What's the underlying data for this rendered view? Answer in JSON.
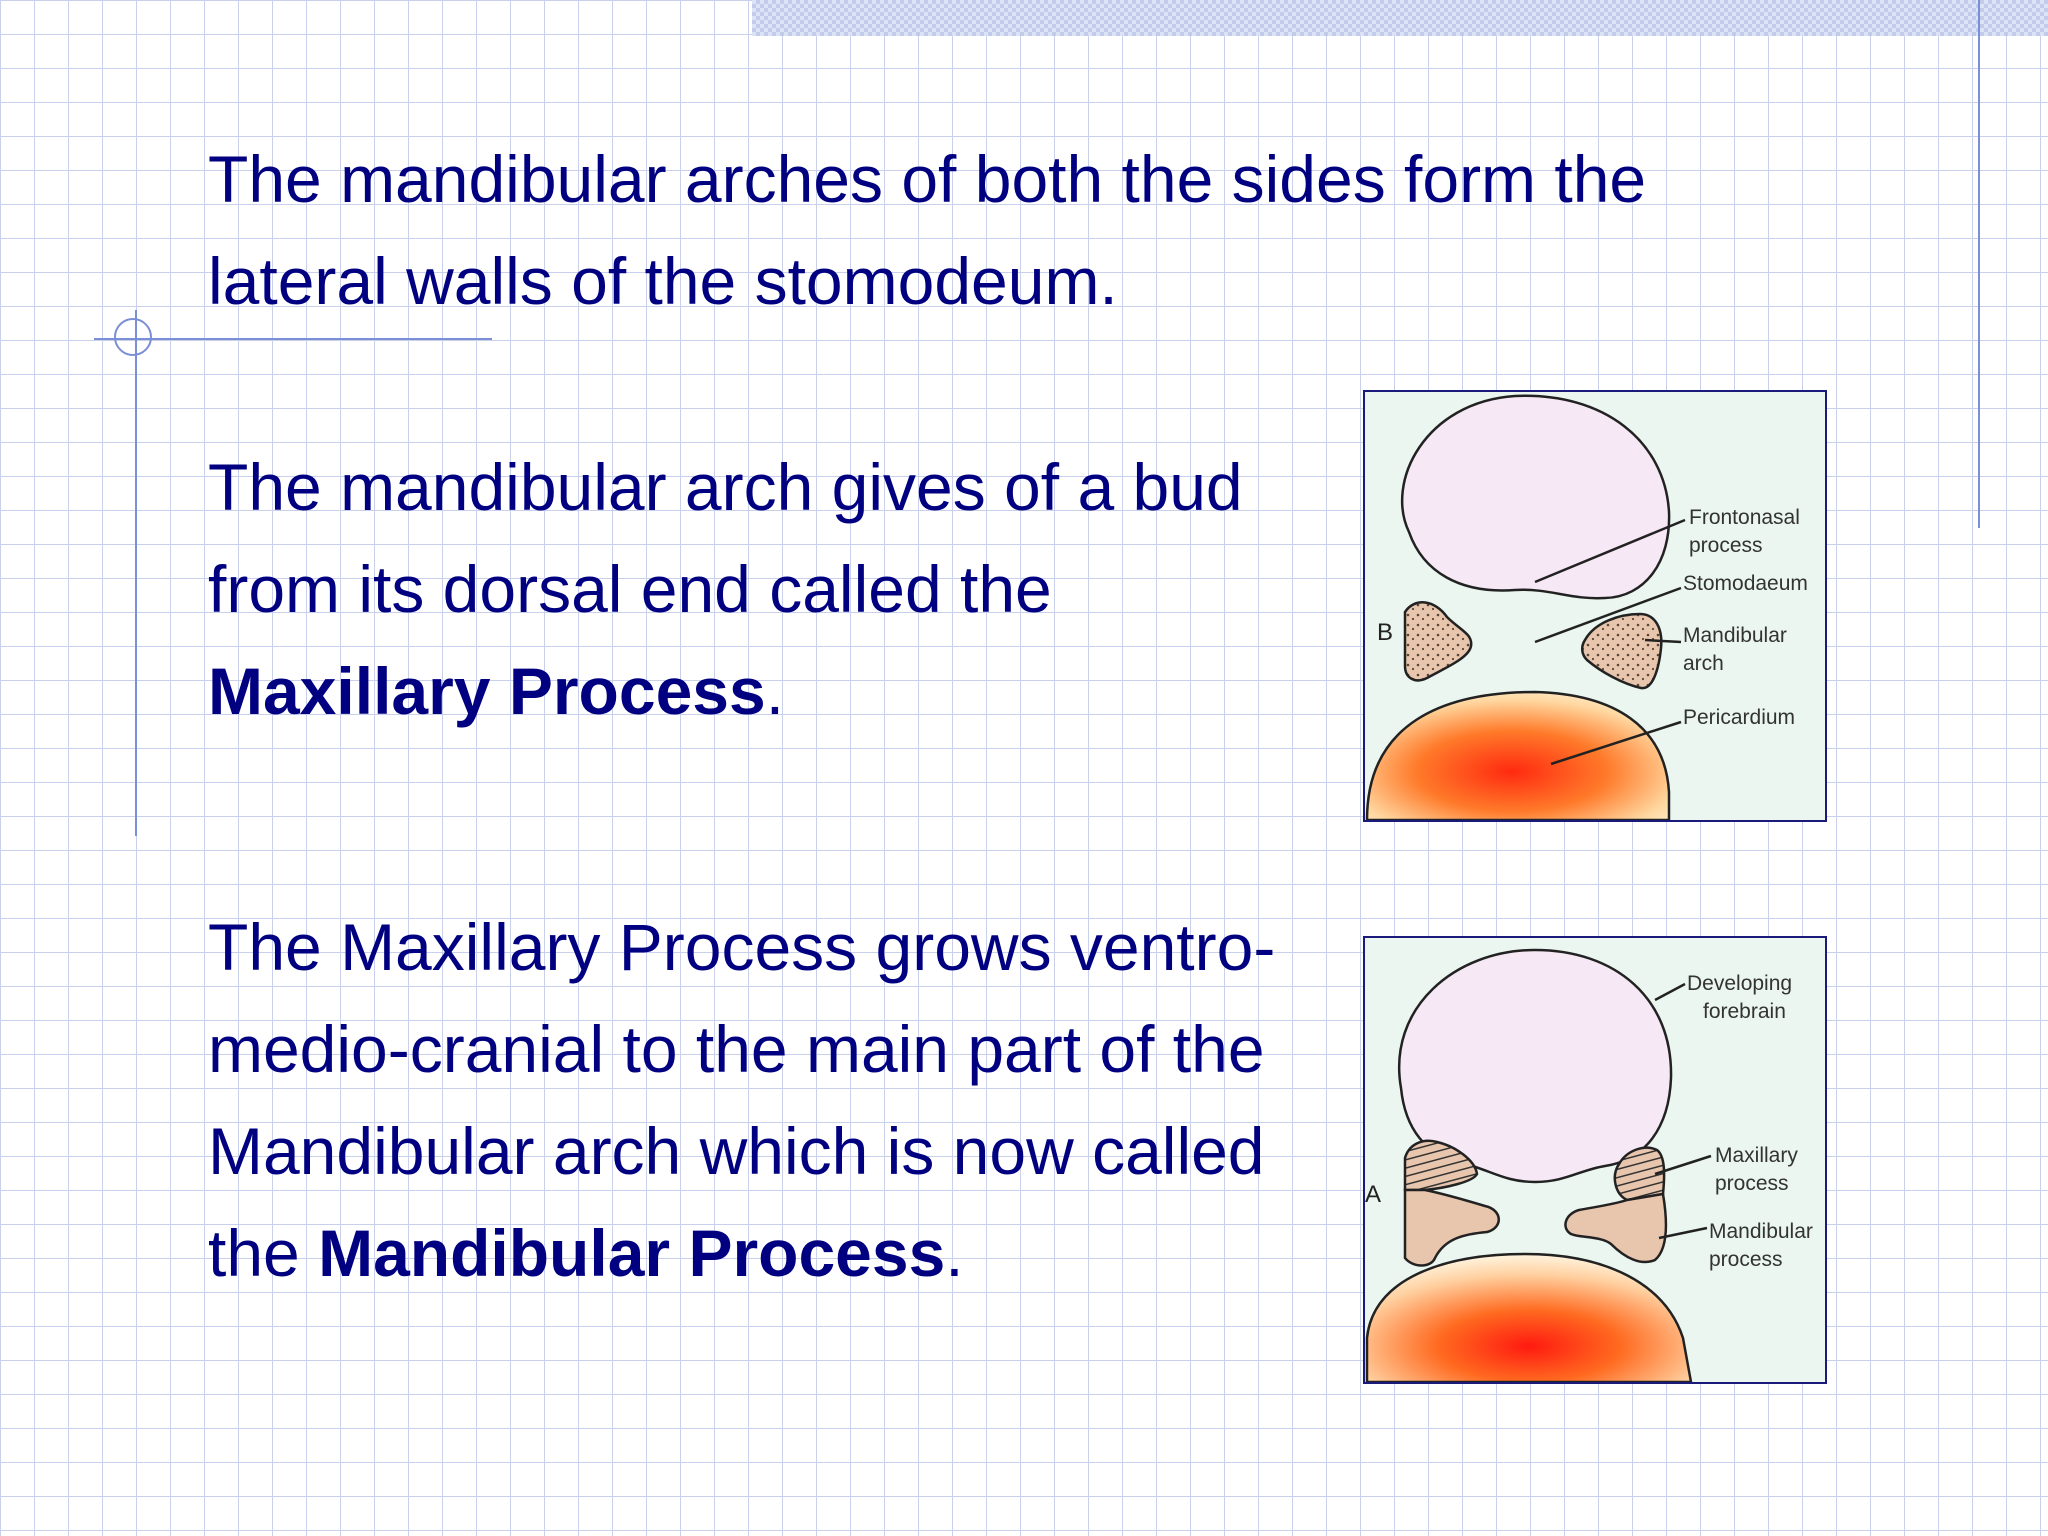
{
  "paragraphs": {
    "p1": "The mandibular arches of both the sides form the lateral walls of the stomodeum.",
    "p2_pre": "The mandibular arch gives of a bud from its dorsal end called the ",
    "p2_bold": "Maxillary Process",
    "p2_post": ".",
    "p3_pre": "The Maxillary Process grows ventro-medio-cranial to the main part of the Mandibular arch which is now called the ",
    "p3_bold": "Mandibular Process",
    "p3_post": "."
  },
  "figure_b": {
    "letter": "B",
    "labels": {
      "frontonasal_1": "Frontonasal",
      "frontonasal_2": "process",
      "stomodaeum": "Stomodaeum",
      "mandibular_1": "Mandibular",
      "mandibular_2": "arch",
      "pericardium": "Pericardium"
    }
  },
  "figure_a": {
    "letter": "A",
    "labels": {
      "forebrain_1": "Developing",
      "forebrain_2": "forebrain",
      "maxillary_1": "Maxillary",
      "maxillary_2": "process",
      "mandibular_1": "Mandibular",
      "mandibular_2": "process"
    }
  },
  "colors": {
    "text": "#000080",
    "grid": "#c9d0ec",
    "accent_rule": "#7b8fd6",
    "brain_fill": "#f7e8f6",
    "arch_fill": "#e8c5ad",
    "heart_core": "#ff2a10",
    "heart_edge": "#ffe9b0"
  }
}
